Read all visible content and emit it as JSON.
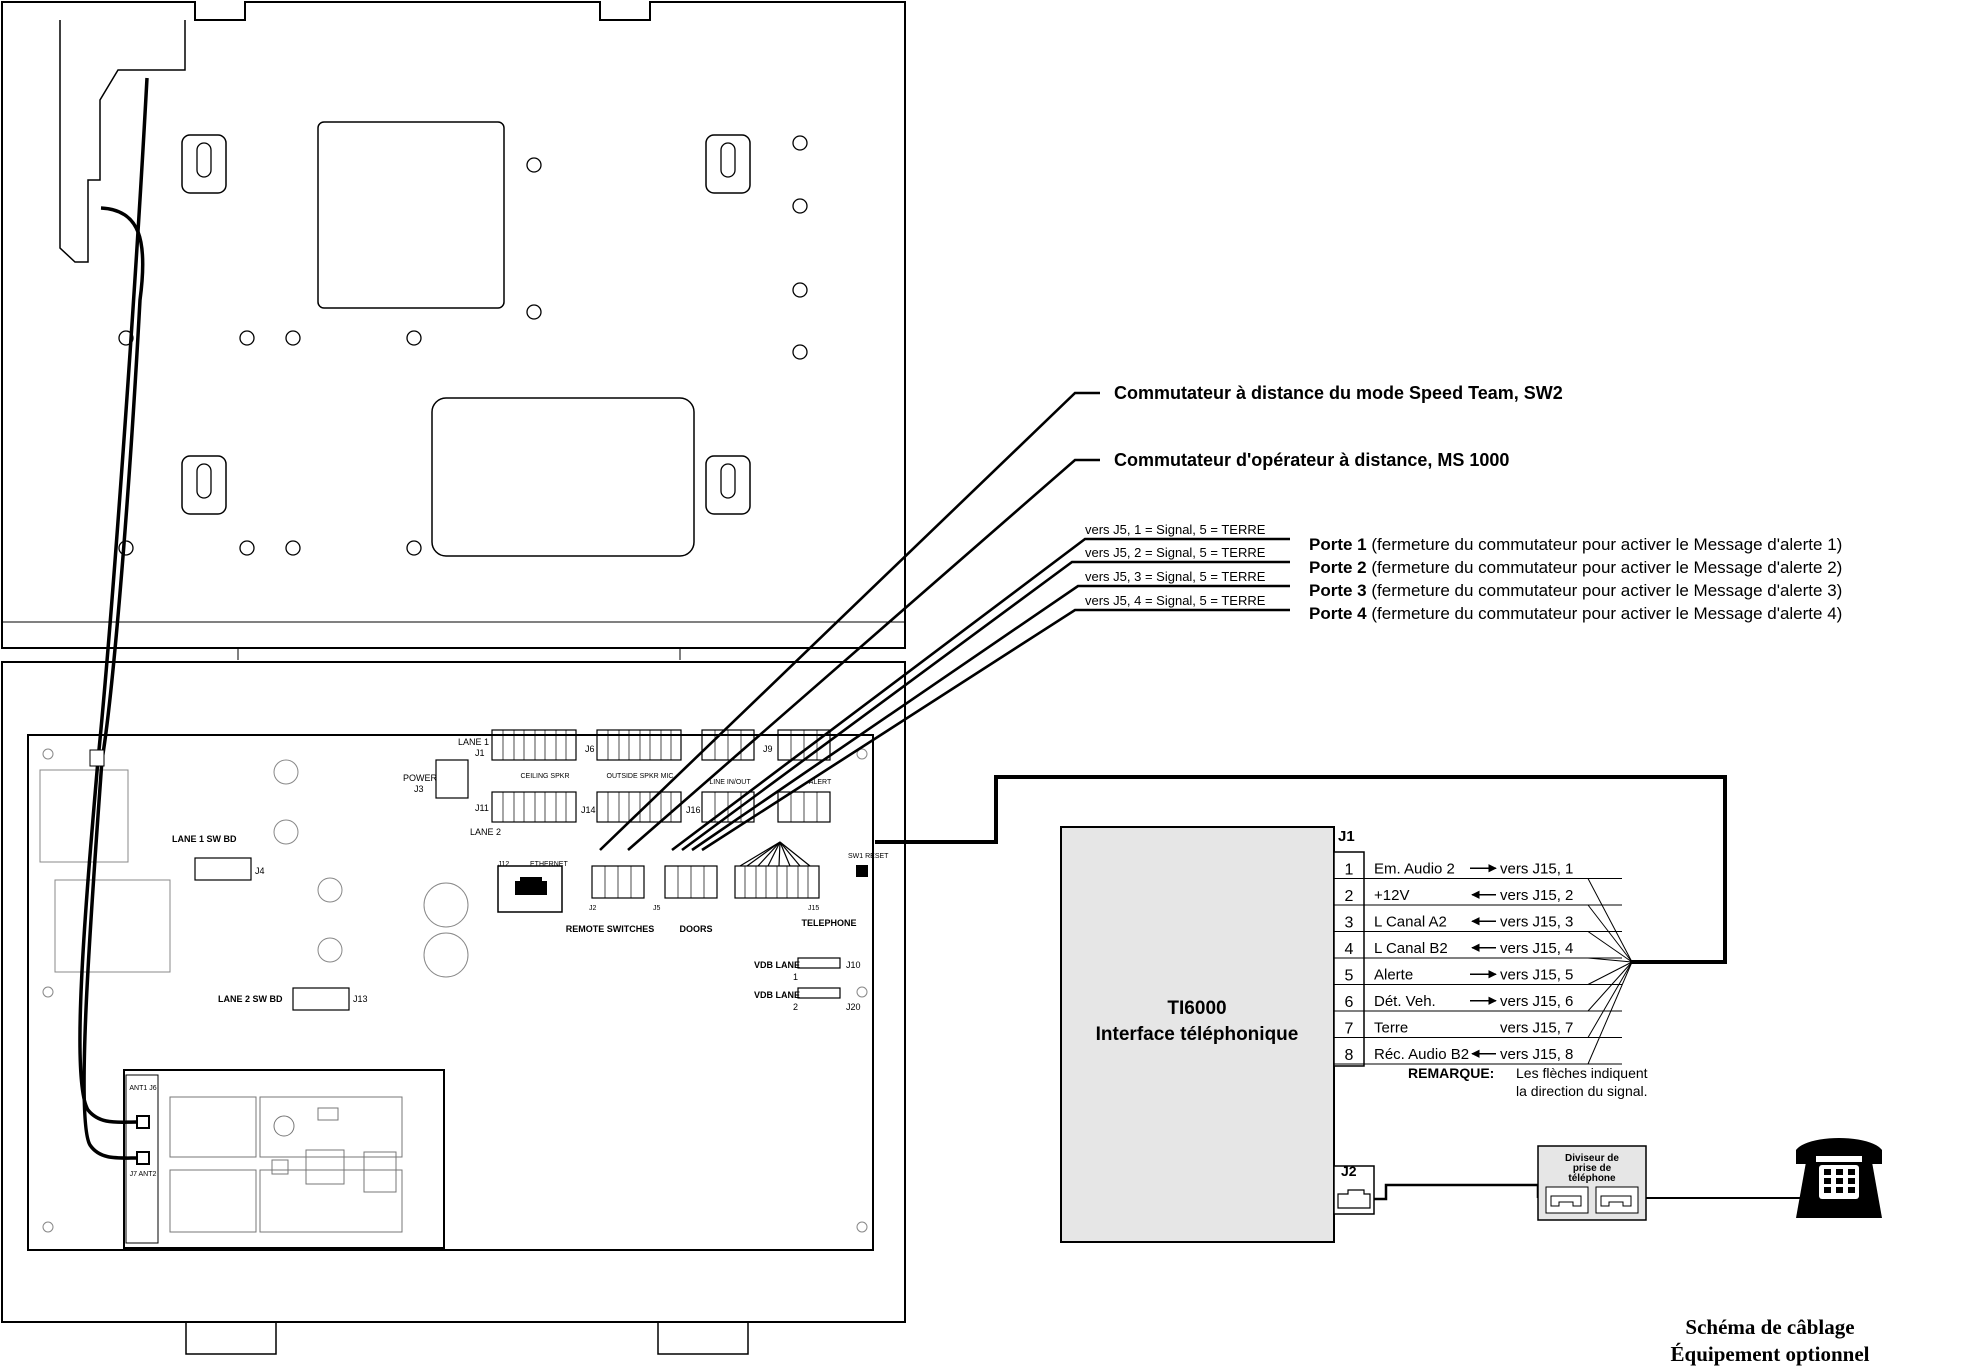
{
  "callouts": {
    "speed_team": "Commutateur à distance du mode Speed Team, SW2",
    "operator": "Commutateur d'opérateur à distance, MS 1000",
    "vers": [
      "vers J5, 1 = Signal, 5 = TERRE",
      "vers J5, 2 = Signal, 5 = TERRE",
      "vers J5, 3 = Signal, 5 = TERRE",
      "vers J5, 4 = Signal, 5 = TERRE"
    ],
    "portes": [
      {
        "bold": "Porte 1",
        "rest": " (fermeture du commutateur pour activer le Message d'alerte 1)"
      },
      {
        "bold": "Porte 2",
        "rest": " (fermeture du commutateur pour activer le Message d'alerte 2)"
      },
      {
        "bold": "Porte 3",
        "rest": " (fermeture du commutateur pour activer le Message d'alerte 3)"
      },
      {
        "bold": "Porte 4",
        "rest": " (fermeture du commutateur pour activer le Message d'alerte 4)"
      }
    ]
  },
  "board": {
    "lane1": "LANE 1",
    "j1": "J1",
    "power": "POWER",
    "j3": "J3",
    "j11": "J11",
    "lane2": "LANE 2",
    "j6": "J6",
    "j14": "J14",
    "j16": "J16",
    "j9": "J9",
    "ceiling": "CEILING SPKR",
    "outside": "OUTSIDE SPKR MIC",
    "line_inout": "LINE IN/OUT",
    "alert": "ALERT",
    "lane1_sw": "LANE 1 SW BD",
    "j4": "J4",
    "lane2_sw": "LANE 2 SW BD",
    "j13": "J13",
    "j12": "J12",
    "ethernet": "ETHERNET",
    "j2": "J2",
    "j5": "J5",
    "j15": "J15",
    "remote_switches": "REMOTE SWITCHES",
    "doors": "DOORS",
    "telephone": "TELEPHONE",
    "sw_reset": "SW1 RESET",
    "vdb1": "VDB LANE",
    "vdb1_num": "1",
    "j10": "J10",
    "vdb2": "VDB LANE",
    "vdb2_num": "2",
    "j20": "J20",
    "ant1": "ANT1 J6",
    "ant2": "J7 ANT2"
  },
  "interface": {
    "title": "TI6000",
    "subtitle": "Interface téléphonique",
    "j1": "J1",
    "j2": "J2",
    "pins": [
      {
        "num": "1",
        "name": "Em. Audio 2",
        "dir": "out",
        "target": "vers J15, 1"
      },
      {
        "num": "2",
        "name": "+12V",
        "dir": "in",
        "target": "vers J15, 2"
      },
      {
        "num": "3",
        "name": "L Canal A2",
        "dir": "in",
        "target": "vers J15, 3"
      },
      {
        "num": "4",
        "name": "L Canal B2",
        "dir": "in",
        "target": "vers J15, 4"
      },
      {
        "num": "5",
        "name": "Alerte",
        "dir": "out",
        "target": "vers J15, 5"
      },
      {
        "num": "6",
        "name": "Dét. Veh.",
        "dir": "out",
        "target": "vers J15, 6"
      },
      {
        "num": "7",
        "name": "Terre",
        "dir": "none",
        "target": "vers J15, 7"
      },
      {
        "num": "8",
        "name": "Réc. Audio B2",
        "dir": "in",
        "target": "vers J15, 8"
      }
    ],
    "remark_label": "REMARQUE:",
    "remark_line1": "Les flèches indiquent",
    "remark_line2": "la direction du signal."
  },
  "splitter": {
    "line1": "Diviseur de",
    "line2": "prise de",
    "line3": "téléphone"
  },
  "footer": {
    "line1": "Schéma de câblage",
    "line2": "Équipement optionnel"
  }
}
